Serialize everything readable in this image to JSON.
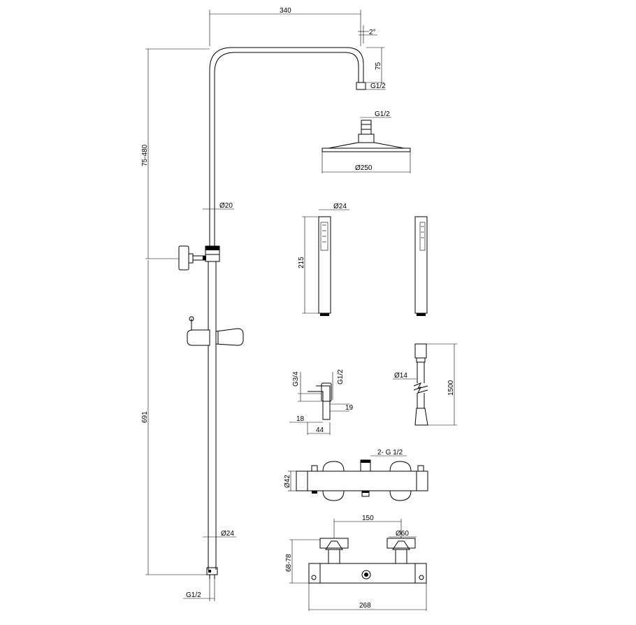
{
  "drawing": {
    "column": {
      "width": "340",
      "angle": "2°",
      "drop": "75",
      "arm_thread": "G1/2",
      "height_range": "75-480",
      "lower_height": "691",
      "upper_tube_dia": "Ø20",
      "lower_tube_dia": "Ø24",
      "inlet_thread": "G1/2"
    },
    "head_shower": {
      "thread": "G1/2",
      "diameter": "Ø250"
    },
    "hand_shower": {
      "diameter": "Ø24",
      "length": "215"
    },
    "wall_elbow": {
      "thread_in": "G3/4",
      "thread_out": "G1/2",
      "d19": "19",
      "d18": "18",
      "d44": "44"
    },
    "hose": {
      "diameter": "Ø14",
      "length": "1500"
    },
    "mixer_top": {
      "outlets": "2- G 1/2",
      "height": "Ø42"
    },
    "mixer_front": {
      "centres": "150",
      "knob_dia": "Ø60",
      "projection": "68-78",
      "length": "268"
    }
  }
}
